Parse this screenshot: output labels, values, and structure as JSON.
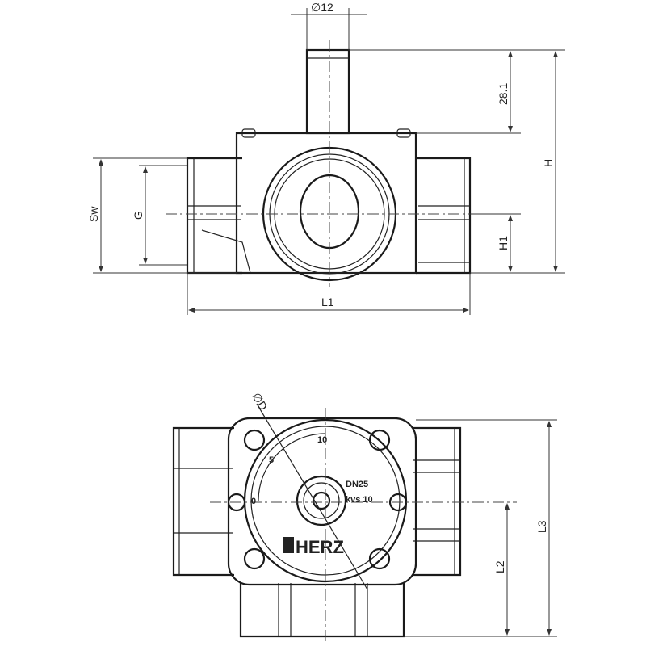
{
  "top_view": {
    "stem_diameter": "∅12",
    "stem_height": "28.1",
    "height": "H",
    "axis_height": "H1",
    "wrench_size": "Sw",
    "thread": "G",
    "length": "L1"
  },
  "bottom_view": {
    "scale_diameter": "∅D",
    "scale_marks": [
      "0",
      "5",
      "10"
    ],
    "nominal_size": "DN25",
    "kvs": "kvs 10",
    "brand": "HERZ",
    "length_l2": "L2",
    "length_l3": "L3"
  }
}
